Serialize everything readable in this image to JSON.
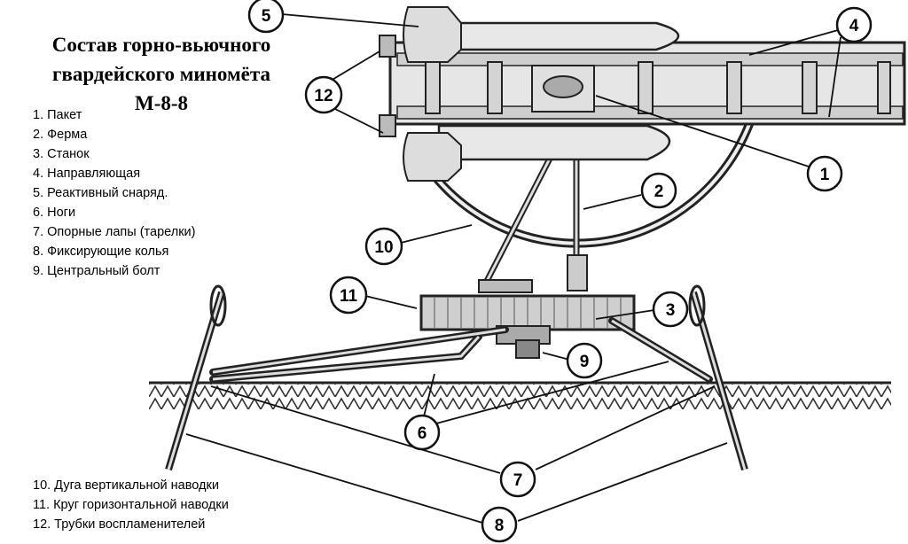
{
  "title": {
    "line1": "Состав горно-вьючного",
    "line2": "гвардейского  миномёта",
    "line3": "М-8-8"
  },
  "legend_top": [
    "1. Пакет",
    "2. Ферма",
    "3. Станок",
    "4. Направляющая",
    "5. Реактивный снаряд.",
    "6. Ноги",
    "7. Опорные лапы (тарелки)",
    "8. Фиксирующие колья",
    "9. Центральный болт"
  ],
  "legend_bottom": [
    "10. Дуга вертикальной наводки",
    "11. Круг горизонтальной наводки",
    "12. Трубки воспламенителей"
  ],
  "callouts": [
    {
      "num": "1"
    },
    {
      "num": "2"
    },
    {
      "num": "3"
    },
    {
      "num": "4"
    },
    {
      "num": "5"
    },
    {
      "num": "6"
    },
    {
      "num": "7"
    },
    {
      "num": "8"
    },
    {
      "num": "9"
    },
    {
      "num": "10"
    },
    {
      "num": "11"
    },
    {
      "num": "12"
    }
  ],
  "colors": {
    "ink": "#1a1a1a",
    "paper": "#ffffff",
    "metal": "#d9d9d9",
    "ground": "#333333"
  }
}
